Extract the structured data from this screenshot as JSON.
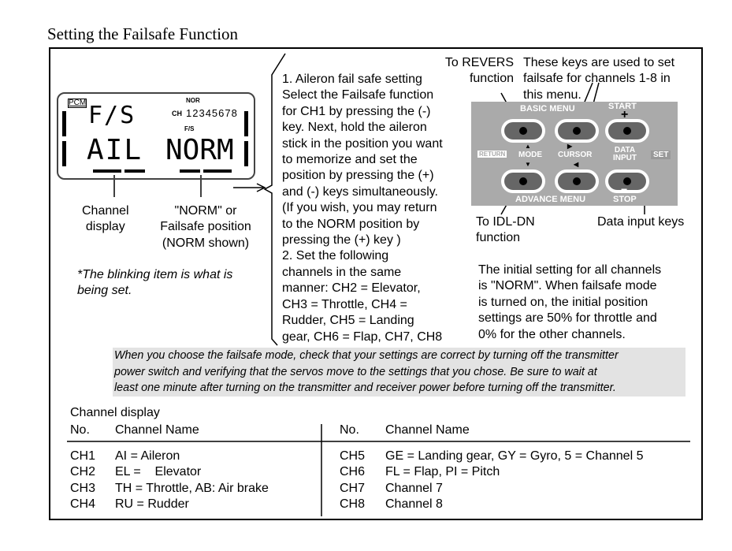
{
  "title": "Setting the Failsafe Function",
  "lcd": {
    "pcm": "PCM",
    "fs": "F/S",
    "ch": "CH",
    "nor": "NOR",
    "channels": "12345678",
    "fs_small": "F/S",
    "channel": "AIL",
    "position": "NORM"
  },
  "lcd_labels": {
    "channel_display": [
      "Channel",
      "display"
    ],
    "norm": [
      "\"NORM\" or",
      "Failsafe position",
      "(NORM shown)"
    ],
    "blinking": [
      "*The blinking item is what is",
      "being set."
    ]
  },
  "instructions": [
    "1.   Aileron fail safe setting",
    "Select the Failsafe function",
    "for CH1 by pressing the (-)",
    "key.   Next, hold the aileron",
    "stick in the position you want",
    "to memorize and set the",
    "position by pressing the (+)",
    "and (-) keys simultaneously.",
    "(If you wish, you may return",
    "to the NORM position by",
    "pressing the (+) key )",
    "2.   Set the following",
    "channels in the same",
    "manner: CH2 = Elevator,",
    "CH3 = Throttle, CH4 =",
    "Rudder, CH5 = Landing",
    "gear, CH6 = Flap, CH7, CH8"
  ],
  "callouts": {
    "revers": [
      "To REVERS",
      "function"
    ],
    "keys": [
      "These keys are used to set",
      "failsafe for channels 1-8 in",
      "this menu."
    ],
    "idl": [
      "To IDL-DN",
      "function"
    ],
    "data_input": "Data input keys"
  },
  "panel": {
    "basic_menu": "BASIC MENU",
    "start": "START",
    "plus": "+",
    "return": "RETURN",
    "mode": "MODE",
    "cursor": "CURSOR",
    "data_input": [
      "DATA",
      "INPUT"
    ],
    "set": "SET",
    "advance_menu": "ADVANCE MENU",
    "minus": "−",
    "stop": "STOP"
  },
  "initial": [
    "The initial setting for all channels",
    "is \"NORM\".   When failsafe mode",
    "is turned on, the initial position",
    "settings are 50% for throttle and",
    "0% for the other channels."
  ],
  "note": [
    "When you choose the failsafe mode, check that your settings are correct by turning off the transmitter",
    "power switch and verifying that the servos move to the settings that you chose.    Be sure to wait at",
    "least one minute after turning on the transmitter and receiver power before turning off the transmitter."
  ],
  "table": {
    "caption": "Channel display",
    "headers": [
      "No.",
      "Channel Name",
      "No.",
      "Channel Name"
    ],
    "left": [
      [
        "CH1",
        "AI = Aileron"
      ],
      [
        "CH2",
        "EL =    Elevator"
      ],
      [
        "CH3",
        "TH = Throttle, AB: Air brake"
      ],
      [
        "CH4",
        "RU = Rudder"
      ]
    ],
    "right": [
      [
        "CH5",
        "GE = Landing gear, GY = Gyro, 5 = Channel 5"
      ],
      [
        "CH6",
        "FL = Flap, PI = Pitch"
      ],
      [
        "CH7",
        "Channel 7"
      ],
      [
        "CH8",
        "Channel 8"
      ]
    ]
  }
}
